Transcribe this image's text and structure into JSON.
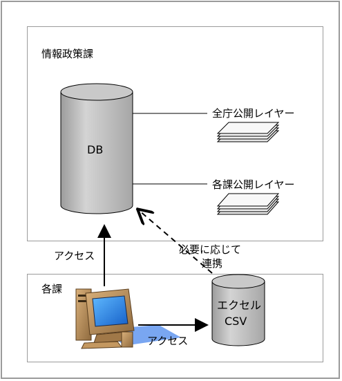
{
  "departments": {
    "info_policy": "情報政策課",
    "each_section": "各課"
  },
  "database": {
    "label": "DB"
  },
  "layers": {
    "all_office_public": "全庁公開レイヤー",
    "each_section_public": "各課公開レイヤー"
  },
  "excel_csv": {
    "line1": "エクセル",
    "line2": "CSV"
  },
  "arrows": {
    "access_pc_to_db": "アクセス",
    "access_pc_to_excel": "アクセス",
    "sync_line1": "必要に応じて",
    "sync_line2": "連携"
  }
}
